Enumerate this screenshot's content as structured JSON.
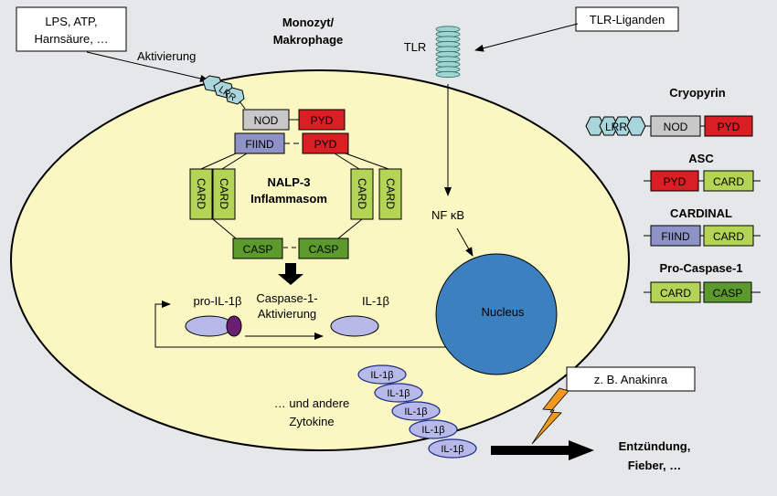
{
  "labels": {
    "lps_box": [
      "LPS, ATP,",
      "Harnsäure, …"
    ],
    "aktivierung": "Aktivierung",
    "cell_title": [
      "Monozyt/",
      "Makrophage"
    ],
    "tlr": "TLR",
    "tlr_liganden": "TLR-Liganden",
    "nalp3": [
      "NALP-3",
      "Inflammasom"
    ],
    "nfkb": "NF κB",
    "pro_il1b": "pro-IL-1β",
    "caspase": [
      "Caspase-1-",
      "Aktivierung"
    ],
    "il1b": "IL-1β",
    "nucleus": "Nucleus",
    "zytokine": [
      "… und andere",
      "Zytokine"
    ],
    "anakinra": "z. B. Anakinra",
    "entzuendung": [
      "Entzündung,",
      "Fieber, …"
    ],
    "lrr": "LRR",
    "nod": "NOD",
    "pyd": "PYD",
    "fiind": "FIIND",
    "card": "CARD",
    "casp": "CASP",
    "il1b_small": "IL-1β"
  },
  "legend": [
    {
      "title": "Cryopyrin",
      "domains": [
        "LRR",
        "NOD",
        "PYD"
      ]
    },
    {
      "title": "ASC",
      "domains": [
        "PYD",
        "CARD"
      ]
    },
    {
      "title": "CARDINAL",
      "domains": [
        "FIIND",
        "CARD"
      ]
    },
    {
      "title": "Pro-Caspase-1",
      "domains": [
        "CARD",
        "CASP"
      ]
    }
  ],
  "colors": {
    "background": "#e6e7e8",
    "cell": "#fbf7c3",
    "nod": "#c8c8c8",
    "pyd": "#d91e24",
    "fiind": "#8e92c6",
    "card": "#b4d456",
    "casp": "#5c9a2e",
    "lrr": "#a9d6dc",
    "tlr": "#9fd5d1",
    "nucleus": "#3d80c0",
    "il1b": "#b7b9e8",
    "pro_domain": "#6a1f73",
    "bolt": "#f29a1f"
  }
}
